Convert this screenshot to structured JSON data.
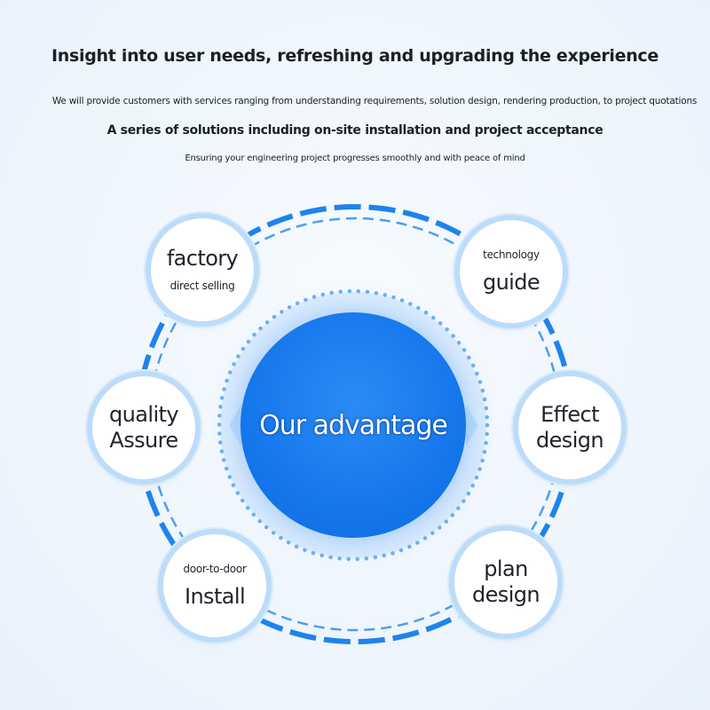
{
  "header": {
    "title": "Insight into user needs, refreshing and upgrading the experience",
    "line1": "We will provide customers with services ranging from understanding requirements, solution design, rendering production, to project quotations",
    "line2": "A series of solutions including on-site installation and project acceptance",
    "line3": "Ensuring your engineering project progresses smoothly and with peace of mind"
  },
  "diagram": {
    "center_label": "Our advantage",
    "nodes": {
      "factory": {
        "line1": "factory",
        "line2": "direct selling"
      },
      "technology": {
        "line1": "technology",
        "line2": "guide"
      },
      "quality": {
        "line1": "quality",
        "line2": "Assure"
      },
      "effect": {
        "line1": "Effect",
        "line2": "design"
      },
      "install": {
        "line1": "door-to-door",
        "line2": "Install"
      },
      "plan": {
        "line1": "plan",
        "line2": "design"
      }
    },
    "colors": {
      "primary": "#1577ec",
      "ring": "#1e83ee",
      "node_border": "#bcdcf9"
    }
  }
}
